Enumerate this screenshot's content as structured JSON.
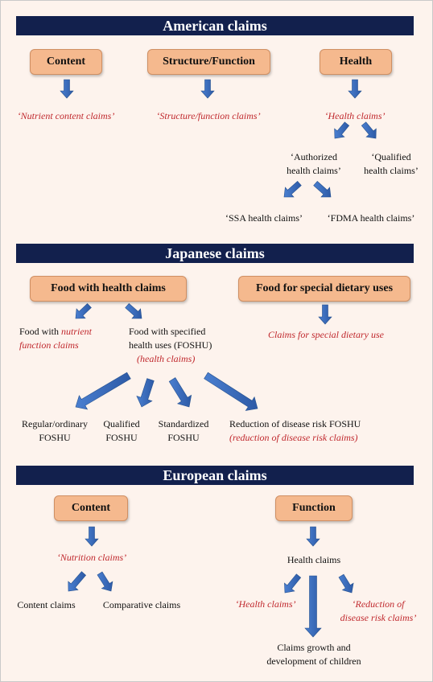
{
  "american": {
    "title": "American claims",
    "content_box": "Content",
    "structure_box": "Structure/Function",
    "health_box": "Health",
    "nutrient_content": "‘Nutrient content claims’",
    "structure_claims": "‘Structure/function claims’",
    "health_claims": "‘Health claims’",
    "authorized_line1": "‘Authorized",
    "authorized_line2": "health claims’",
    "qualified_line1": "‘Qualified",
    "qualified_line2": "health claims’",
    "ssa": "‘SSA health claims’",
    "fdma": "‘FDMA health claims’"
  },
  "japanese": {
    "title": "Japanese claims",
    "fhc_box": "Food with health claims",
    "fsdu_box": "Food for special dietary uses",
    "fwn_prefix": "Food with ",
    "fwn_red1": "nutrient",
    "fwn_red2": "function claims",
    "foshu_line1": "Food with specified",
    "foshu_line2": "health uses (FOSHU)",
    "foshu_line3": "(health claims)",
    "special_dietary": "Claims for special dietary use",
    "regular_line1": "Regular/ordinary",
    "regular_line2": "FOSHU",
    "qualified_line1": "Qualified",
    "qualified_line2": "FOSHU",
    "standardized_line1": "Standardized",
    "standardized_line2": "FOSHU",
    "reduction_line1": "Reduction of disease risk FOSHU",
    "reduction_line2": "(reduction of disease risk claims)"
  },
  "european": {
    "title": "European claims",
    "content_box": "Content",
    "function_box": "Function",
    "nutrition_claims": "‘Nutrition claims’",
    "content_claims": "Content claims",
    "comparative_claims": "Comparative claims",
    "health_claims_plain": "Health claims",
    "health_claims_red": "‘Health claims’",
    "reduction_line1": "‘Reduction of",
    "reduction_line2": "disease risk claims’",
    "growth_line1": "Claims growth and",
    "growth_line2": "development of children"
  },
  "colors": {
    "banner": "#12204d",
    "box_fill": "#f5b98e",
    "arrow": "#3566b5",
    "red_text": "#c0282d",
    "background": "#fdf3ed"
  }
}
